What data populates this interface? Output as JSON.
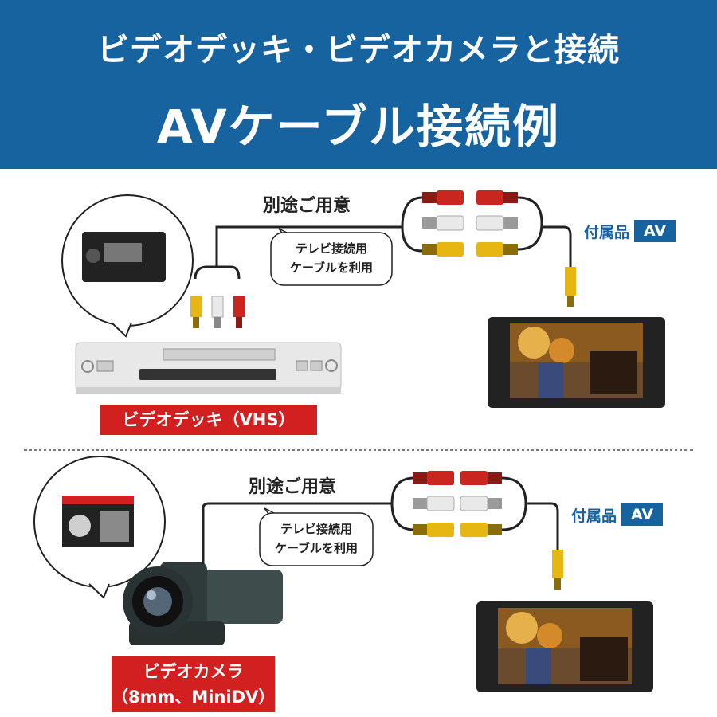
{
  "header": {
    "title_line1": "ビデオデッキ・ビデオカメラと接続",
    "title_line2": "AVケーブル接続例",
    "bg_color": "#1663a0"
  },
  "section_vhs": {
    "separate_label": "別途ご用意",
    "bubble_line1": "テレビ接続用",
    "bubble_line2": "ケーブルを利用",
    "included_label": "付属品",
    "included_box": "AV",
    "device_label": "ビデオデッキ（VHS）"
  },
  "section_camera": {
    "separate_label": "別途ご用意",
    "bubble_line1": "テレビ接続用",
    "bubble_line2": "ケーブルを利用",
    "included_label": "付属品",
    "included_box": "AV",
    "device_label_line1": "ビデオカメラ",
    "device_label_line2": "（8mm、MiniDV）"
  },
  "colors": {
    "accent_blue": "#1663a0",
    "tag_red": "#d21f1f",
    "plug_red": "#c8261e",
    "plug_white": "#e9e9e9",
    "plug_yellow": "#e6b612"
  }
}
